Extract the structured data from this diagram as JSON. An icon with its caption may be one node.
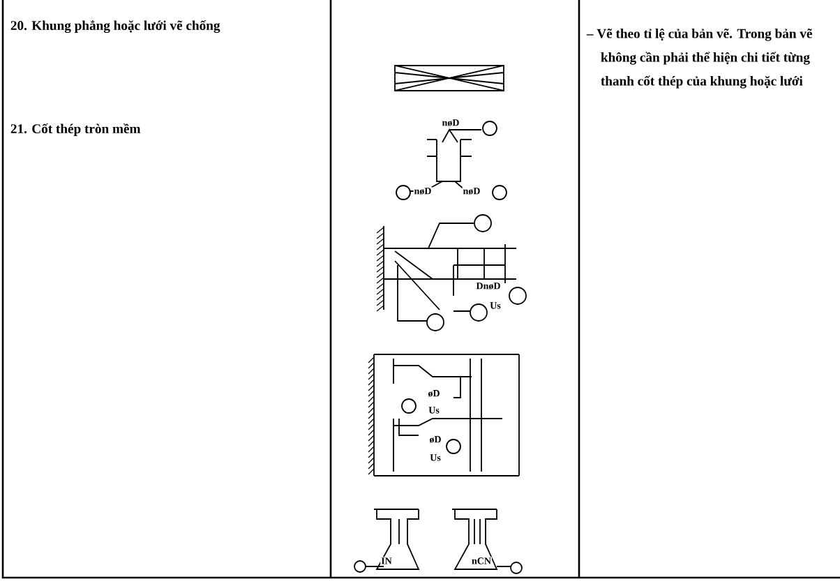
{
  "diagram": {
    "labels": [
      "20. Khung phẳng hoặc lưới vẽ chống",
      "– Vẽ theo tỉ lệ của bản vẽ. Trong bản vẽ không cần phải thể hiện chi tiết từng thanh cốt thép của khung hoặc lưới",
      "21. Cốt thép tròn mềm",
      "nøD",
      "nøD",
      "nøD",
      "DnøD",
      "Us",
      "øD",
      "Us",
      "øD",
      "Us",
      "IN",
      "nCN"
    ]
  }
}
